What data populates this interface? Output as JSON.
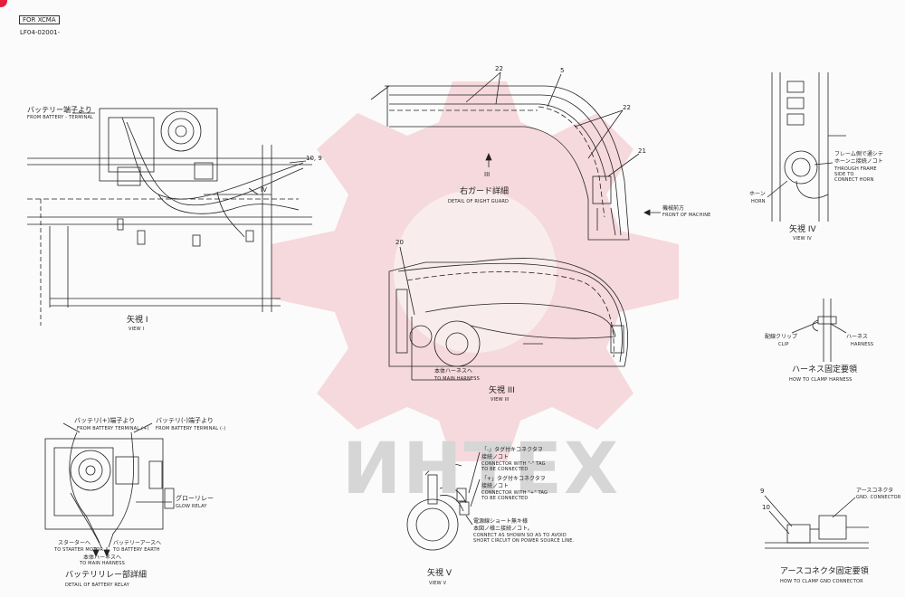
{
  "header": {
    "tag": "FOR XCMA",
    "code": "LF04-02001-"
  },
  "watermark": "ИНТЕХ",
  "view1": {
    "callout_jp": "バッテリー端子より",
    "callout_en": "FROM BATTERY - TERMINAL",
    "num_10_9": "10, 9",
    "arrow_label": "IV",
    "caption_jp": "矢視 I",
    "caption_en": "VIEW I"
  },
  "right_guard": {
    "num_22a": "22",
    "num_5": "5",
    "num_22b": "22",
    "num_21": "21",
    "arrow_label": "III",
    "caption_jp": "右ガード詳細",
    "caption_en": "DETAIL OF RIGHT GUARD",
    "front_jp": "機械前方",
    "front_en": "FRONT OF MACHINE"
  },
  "view3": {
    "num_20": "20",
    "harness_jp": "本体ハーネスへ",
    "harness_en": "TO MAIN HARNESS",
    "caption_jp": "矢視 III",
    "caption_en": "VIEW III"
  },
  "view4": {
    "frame_jp1": "フレーム側で通シテ",
    "frame_jp2": "ホーンニ接続ノコト",
    "frame_en1": "THROUGH FRAME",
    "frame_en2": "SIDE TO",
    "frame_en3": "CONNECT HORN",
    "horn_jp": "ホーン",
    "horn_en": "HORN",
    "caption_jp": "矢視 IV",
    "caption_en": "VIEW IV"
  },
  "clamp": {
    "clip_jp": "配線クリップ",
    "clip_en": "CLIP",
    "harness_jp": "ハーネス",
    "harness_en": "HARNESS",
    "caption_jp": "ハーネス固定要領",
    "caption_en": "HOW TO CLAMP HARNESS"
  },
  "battery_relay": {
    "plus_jp": "バッテリ(+)端子より",
    "plus_en": "FROM BATTERY TERMINAL (+)",
    "minus_jp": "バッテリ(-)端子より",
    "minus_en": "FROM BATTERY TERMINAL (-)",
    "glow_jp": "グローリレー",
    "glow_en": "GLOW RELAY",
    "starter_jp": "スターターへ",
    "starter_en": "TO STARTER MOTOR",
    "earth_jp": "バッテリーアースへ",
    "earth_en": "TO BATTERY EARTH",
    "main_jp": "本体ハーネスへ",
    "main_en": "TO MAIN HARNESS",
    "caption_jp": "バッテリリレー部詳細",
    "caption_en": "DETAIL OF BATTERY RELAY"
  },
  "view5": {
    "conn1_jp1": "「-」タグ付キコネクタヲ",
    "conn1_jp2": "接続ノコト",
    "conn1_en1": "CONNECTOR WITH \"-\" TAG",
    "conn1_en2": "TO BE CONNECTED",
    "conn2_jp1": "「+」タグ付キコネクタヲ",
    "conn2_jp2": "接続ノコト",
    "conn2_en1": "CONNECTOR WITH \"+\" TAG",
    "conn2_en2": "TO BE CONNECTED",
    "note_jp1": "電源線ショート無キ様",
    "note_jp2": "本図ノ様ニ接続ノコト。",
    "note_en1": "CONNECT AS SHOWN SO AS TO AVOID",
    "note_en2": "SHORT CIRCUIT ON POWER SOURCE LINE.",
    "caption_jp": "矢視 V",
    "caption_en": "VIEW V"
  },
  "gnd": {
    "num_9": "9",
    "num_10": "10",
    "earth_jp": "アースコネクタ",
    "earth_en": "GND. CONNECTOR",
    "caption_jp": "アースコネクタ固定要領",
    "caption_en": "HOW TO CLAMP GND CONNECTOR"
  }
}
